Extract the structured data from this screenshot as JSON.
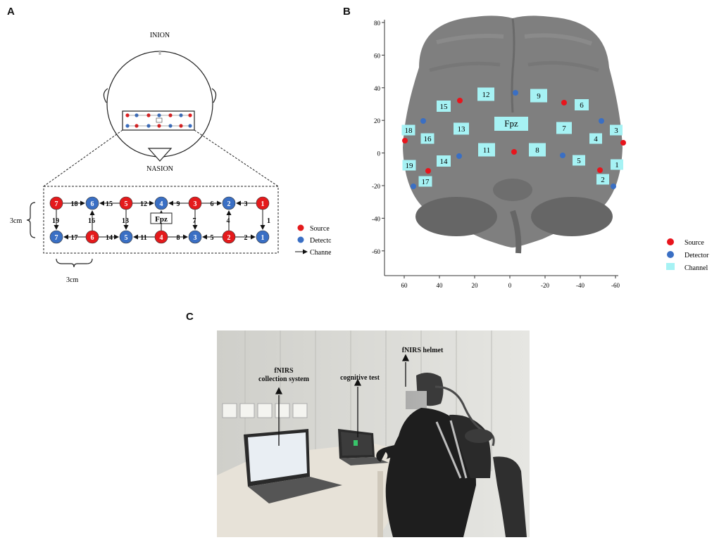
{
  "panels": {
    "a": "A",
    "b": "B",
    "c": "C"
  },
  "panel_a": {
    "inion": "INION",
    "nasion": "NASION",
    "fpz": "Fpz",
    "scale_v": "3cm",
    "scale_h": "3cm",
    "top_row": [
      {
        "type": "source",
        "n": "7"
      },
      {
        "type": "detector",
        "n": "6"
      },
      {
        "type": "source",
        "n": "5"
      },
      {
        "type": "detector",
        "n": "4"
      },
      {
        "type": "source",
        "n": "3"
      },
      {
        "type": "detector",
        "n": "2"
      },
      {
        "type": "source",
        "n": "1"
      }
    ],
    "bottom_row": [
      {
        "type": "detector",
        "n": "7"
      },
      {
        "type": "source",
        "n": "6"
      },
      {
        "type": "detector",
        "n": "5"
      },
      {
        "type": "source",
        "n": "4"
      },
      {
        "type": "detector",
        "n": "3"
      },
      {
        "type": "source",
        "n": "2"
      },
      {
        "type": "detector",
        "n": "1"
      }
    ],
    "top_channels": [
      "18",
      "15",
      "12",
      "9",
      "6",
      "3"
    ],
    "bottom_channels": [
      "17",
      "14",
      "11",
      "8",
      "5",
      "2"
    ],
    "vertical_channels": [
      "19",
      "16",
      "13",
      "",
      "7",
      "4",
      "1"
    ],
    "legend": {
      "source": "Source",
      "detector": "Detector",
      "channel": "Channel"
    },
    "colors": {
      "source": "#e41a1c",
      "detector": "#3a6fc4"
    }
  },
  "panel_b": {
    "y_ticks": [
      "80",
      "60",
      "40",
      "20",
      "0",
      "-20",
      "-40",
      "-60"
    ],
    "x_ticks": [
      "60",
      "40",
      "20",
      "0",
      "-20",
      "-40",
      "-60"
    ],
    "channels": [
      {
        "n": "1"
      },
      {
        "n": "2"
      },
      {
        "n": "3"
      },
      {
        "n": "4"
      },
      {
        "n": "5"
      },
      {
        "n": "6"
      },
      {
        "n": "7"
      },
      {
        "n": "8"
      },
      {
        "n": "9"
      },
      {
        "n": "Fpz"
      },
      {
        "n": "11"
      },
      {
        "n": "12"
      },
      {
        "n": "13"
      },
      {
        "n": "14"
      },
      {
        "n": "15"
      },
      {
        "n": "16"
      },
      {
        "n": "17"
      },
      {
        "n": "18"
      },
      {
        "n": "19"
      }
    ],
    "legend": {
      "source": "Source",
      "detector": "Detector",
      "channel": "Channel"
    },
    "colors": {
      "source": "#e8141c",
      "detector": "#3a6fc4",
      "channel": "#a6f2f4",
      "brain": "#7d7d7d"
    }
  },
  "panel_c": {
    "label_collection": "fNIRS\ncollection system",
    "label_cognitive": "cognitive test",
    "label_helmet": "fNIRS  helmet"
  }
}
